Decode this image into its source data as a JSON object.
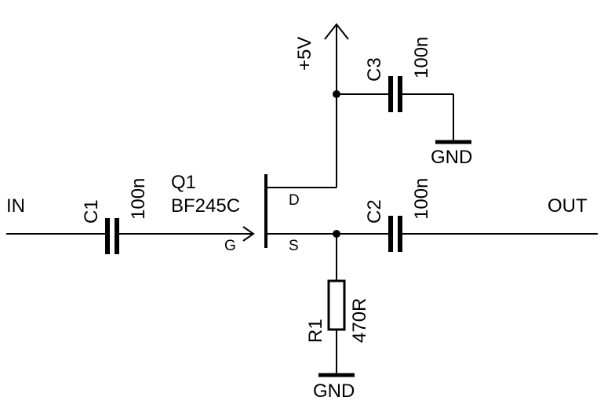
{
  "labels": {
    "input": "IN",
    "output": "OUT",
    "supply": "+5V",
    "ground_top": "GND",
    "ground_bottom": "GND"
  },
  "transistor": {
    "ref": "Q1",
    "part": "BF245C",
    "pin_gate": "G",
    "pin_drain": "D",
    "pin_source": "S"
  },
  "components": {
    "c1": {
      "ref": "C1",
      "value": "100n"
    },
    "c2": {
      "ref": "C2",
      "value": "100n"
    },
    "c3": {
      "ref": "C3",
      "value": "100n"
    },
    "r1": {
      "ref": "R1",
      "value": "470R"
    }
  }
}
